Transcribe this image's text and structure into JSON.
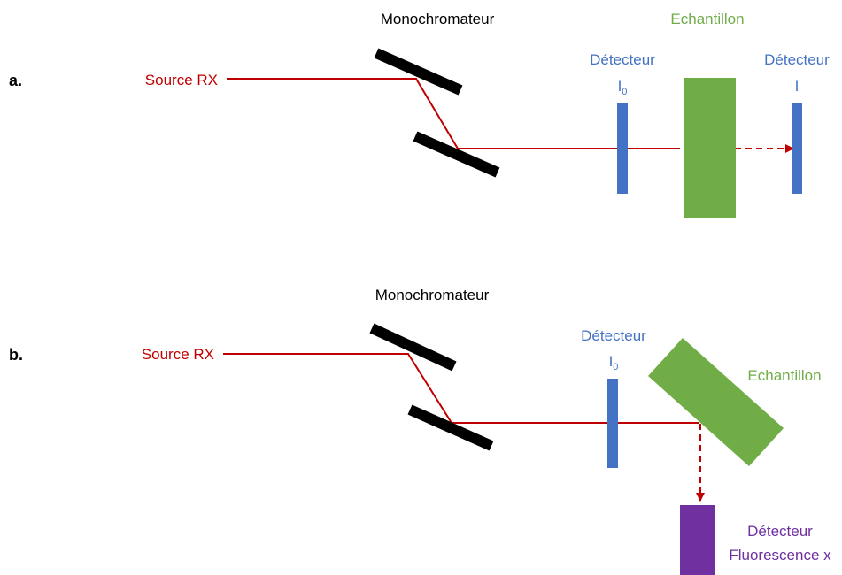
{
  "colors": {
    "beam": "#c00000",
    "detector": "#4472c4",
    "sample": "#70ad47",
    "fluo_detector": "#7030a0",
    "mirror": "#000000",
    "text": "#000000"
  },
  "panel_a": {
    "label": "a.",
    "source": "Source RX",
    "monochromator": "Monochromateur",
    "sample": "Echantillon",
    "detector_i0": {
      "line1": "Détecteur",
      "sym": "I",
      "sub": "0"
    },
    "detector_i": {
      "line1": "Détecteur",
      "line2": "I"
    }
  },
  "panel_b": {
    "label": "b.",
    "source": "Source RX",
    "monochromator": "Monochromateur",
    "sample": "Echantillon",
    "detector_i0": {
      "line1": "Détecteur",
      "sym": "I",
      "sub": "0"
    },
    "detector_fluo": {
      "line1": "Détecteur",
      "line2": "Fluorescence x"
    }
  }
}
